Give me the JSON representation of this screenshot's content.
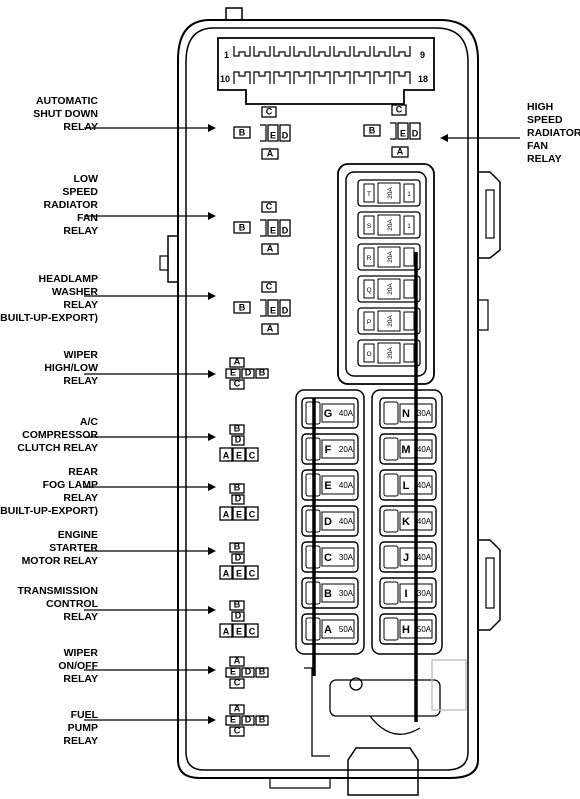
{
  "connector": {
    "pin_first": "1",
    "pin_nine": "9",
    "pin_ten": "10",
    "pin_last": "18"
  },
  "relay_pins": {
    "a": "A",
    "b": "B",
    "c": "C",
    "d": "D",
    "e": "E"
  },
  "left_relays": [
    {
      "id": "asd",
      "lines": [
        "AUTOMATIC",
        "SHUT DOWN",
        "RELAY"
      ]
    },
    {
      "id": "lsrf",
      "lines": [
        "LOW",
        "SPEED",
        "RADIATOR",
        "FAN",
        "RELAY"
      ]
    },
    {
      "id": "hw",
      "lines": [
        "HEADLAMP",
        "WASHER",
        "RELAY",
        "(BUILT-UP-EXPORT)"
      ]
    },
    {
      "id": "whl",
      "lines": [
        "WIPER",
        "HIGH/LOW",
        "RELAY"
      ]
    },
    {
      "id": "ac",
      "lines": [
        "A/C",
        "COMPRESSOR",
        "CLUTCH RELAY"
      ]
    },
    {
      "id": "rfl",
      "lines": [
        "REAR",
        "FOG LAMP",
        "RELAY",
        "(BUILT-UP-EXPORT)"
      ]
    },
    {
      "id": "es",
      "lines": [
        "ENGINE",
        "STARTER",
        "MOTOR RELAY"
      ]
    },
    {
      "id": "tc",
      "lines": [
        "TRANSMISSION",
        "CONTROL",
        "RELAY"
      ]
    },
    {
      "id": "woo",
      "lines": [
        "WIPER",
        "ON/OFF",
        "RELAY"
      ]
    },
    {
      "id": "fp",
      "lines": [
        "FUEL",
        "PUMP",
        "RELAY"
      ]
    }
  ],
  "right_relay": {
    "id": "hsrf",
    "lines": [
      "HIGH",
      "SPEED",
      "RADIATOR",
      "FAN",
      "RELAY"
    ]
  },
  "mini_fuses": [
    {
      "left": "T",
      "amp": "20A",
      "right": "1"
    },
    {
      "left": "S",
      "amp": "20A",
      "right": "1"
    },
    {
      "left": "R",
      "amp": "20A",
      "right": ""
    },
    {
      "left": "Q",
      "amp": "20A",
      "right": ""
    },
    {
      "left": "P",
      "amp": "20A",
      "right": ""
    },
    {
      "left": "O",
      "amp": "20A",
      "right": ""
    }
  ],
  "cartridge_left": [
    {
      "letter": "G",
      "amp": "40A"
    },
    {
      "letter": "F",
      "amp": "20A"
    },
    {
      "letter": "E",
      "amp": "40A"
    },
    {
      "letter": "D",
      "amp": "40A"
    },
    {
      "letter": "C",
      "amp": "30A"
    },
    {
      "letter": "B",
      "amp": "30A"
    },
    {
      "letter": "A",
      "amp": "50A"
    }
  ],
  "cartridge_right": [
    {
      "letter": "N",
      "amp": "30A"
    },
    {
      "letter": "M",
      "amp": "40A"
    },
    {
      "letter": "L",
      "amp": "40A"
    },
    {
      "letter": "K",
      "amp": "40A"
    },
    {
      "letter": "J",
      "amp": "40A"
    },
    {
      "letter": "I",
      "amp": "30A"
    },
    {
      "letter": "H",
      "amp": "50A"
    }
  ]
}
